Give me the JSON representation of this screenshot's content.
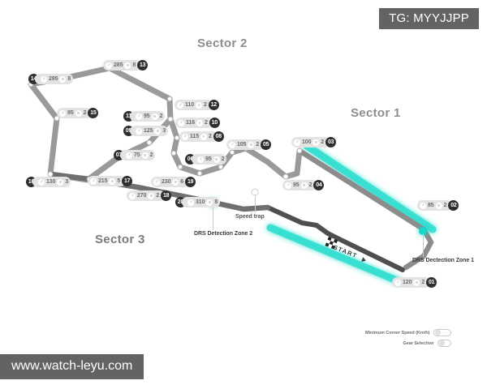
{
  "tag": {
    "label": "TG: MYYJJPP"
  },
  "watermark": {
    "label": "www.watch-leyu.com"
  },
  "sectors": [
    {
      "id": "sector-1",
      "label": "Sector 1"
    },
    {
      "id": "sector-2",
      "label": "Sector 2"
    },
    {
      "id": "sector-3",
      "label": "Sector 3"
    }
  ],
  "annotations": {
    "speed_trap": "Speed trap",
    "drs_zone_2": "DRS Detection Zone 2",
    "drs_zone_1": "DRS Dectection Zone 1",
    "start": "START"
  },
  "legend": {
    "min_corner_speed": "Minimum Corner Speed (Km/h)",
    "gear_selection": "Gear Selection"
  },
  "colors": {
    "track": "#8c8c8c",
    "track_dark": "#4a4a4a",
    "drs_highlight": "#35ded0",
    "marker_teal": "#15d6c6",
    "badge_bg": "#636363",
    "chip_bg": "#e3e3e3",
    "chip_num_bg": "#2f2f2f",
    "sector_text": "#8d8d8d"
  },
  "corners": [
    {
      "num": "01",
      "speed": "120",
      "gear": "2"
    },
    {
      "num": "02",
      "speed": "85",
      "gear": "2"
    },
    {
      "num": "03",
      "speed": "100",
      "gear": "2"
    },
    {
      "num": "04",
      "speed": "95",
      "gear": "2"
    },
    {
      "num": "05",
      "speed": "105",
      "gear": "2"
    },
    {
      "num": "06",
      "speed": "95",
      "gear": "2"
    },
    {
      "num": "07",
      "speed": "75",
      "gear": "2"
    },
    {
      "num": "08",
      "speed": "115",
      "gear": "2"
    },
    {
      "num": "09",
      "speed": "125",
      "gear": "3"
    },
    {
      "num": "10",
      "speed": "116",
      "gear": "2"
    },
    {
      "num": "11",
      "speed": "95",
      "gear": "2"
    },
    {
      "num": "12",
      "speed": "110",
      "gear": "2"
    },
    {
      "num": "13",
      "speed": "285",
      "gear": "8"
    },
    {
      "num": "14",
      "speed": "295",
      "gear": "8"
    },
    {
      "num": "15",
      "speed": "95",
      "gear": "2"
    },
    {
      "num": "16",
      "speed": "130",
      "gear": "3"
    },
    {
      "num": "17",
      "speed": "215",
      "gear": "5"
    },
    {
      "num": "18",
      "speed": "270",
      "gear": "2"
    },
    {
      "num": "19",
      "speed": "230",
      "gear": "6"
    },
    {
      "num": "20",
      "speed": "310",
      "gear": "8"
    }
  ]
}
